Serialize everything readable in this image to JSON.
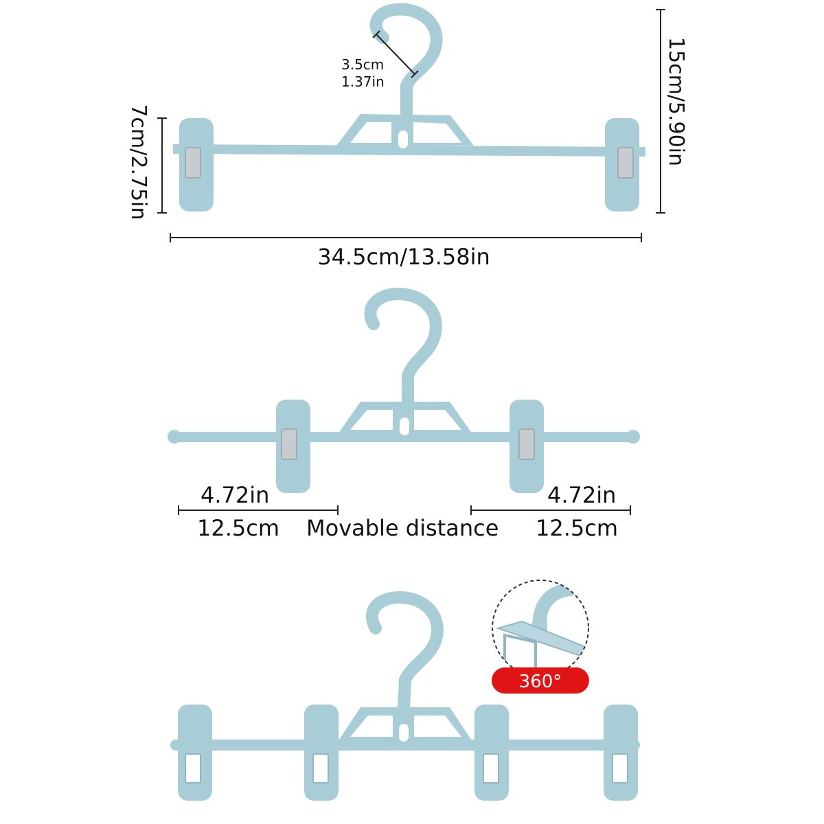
{
  "colors": {
    "hanger_fill": "#a9cdd6",
    "hanger_stroke": "#8fb6c1",
    "clip_metal": "#c7ccd0",
    "dimension_line": "#222222",
    "badge": "#e01414",
    "badge_text": "#ffffff"
  },
  "top_view": {
    "hook_diameter": {
      "cm": "3.5cm",
      "in": "1.37in"
    },
    "clip_height": "7cm/2.75in",
    "total_height": "15cm/5.90in",
    "total_width": "34.5cm/13.58in"
  },
  "middle_view": {
    "left_distance": {
      "in": "4.72in",
      "cm": "12.5cm"
    },
    "right_distance": {
      "in": "4.72in",
      "cm": "12.5cm"
    },
    "caption": "Movable distance"
  },
  "bottom_view": {
    "rotation_badge": "360°"
  }
}
